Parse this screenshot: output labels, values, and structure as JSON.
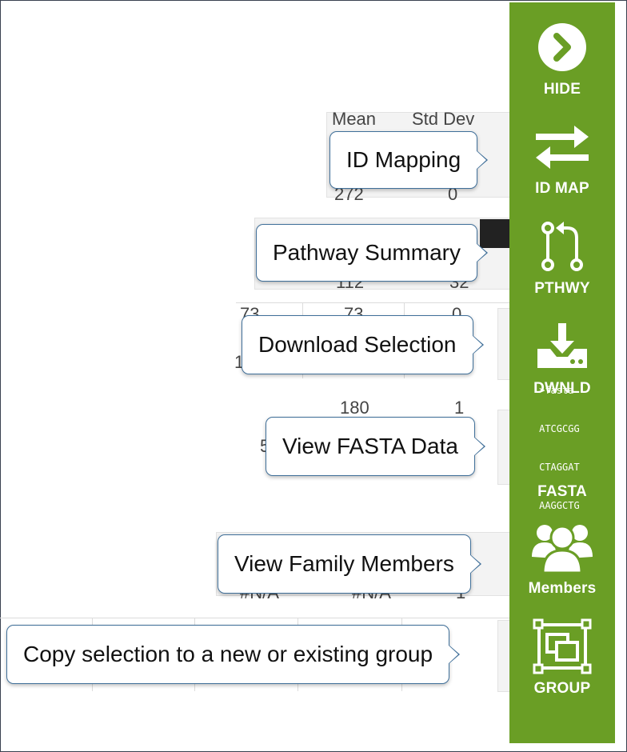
{
  "background_table": {
    "fragments": [
      "Mean",
      "Std Dev",
      "272",
      "0",
      "112",
      "32",
      "73",
      "73",
      "0",
      "1",
      "180",
      "1",
      "5",
      "#N/A",
      "#N/A",
      "1"
    ]
  },
  "sidebar": {
    "color": "#6a9e25",
    "buttons": [
      {
        "label": "HIDE",
        "icon": "chevron-right-circle-icon"
      },
      {
        "label": "ID MAP",
        "icon": "swap-arrows-icon"
      },
      {
        "label": "PTHWY",
        "icon": "pathway-icon"
      },
      {
        "label": "DWNLD",
        "icon": "download-icon"
      },
      {
        "label": "FASTA",
        "icon": "fasta-icon",
        "icon_text": [
          ">fasta",
          "ATCGCGG",
          "CTAGGAT",
          "AAGGCTG"
        ]
      },
      {
        "label": "Members",
        "icon": "members-icon"
      },
      {
        "label": "GROUP",
        "icon": "group-icon"
      }
    ]
  },
  "tooltips": {
    "id_map": "ID Mapping",
    "pathway": "Pathway Summary",
    "download": "Download Selection",
    "fasta": "View FASTA Data",
    "members": "View Family Members",
    "group": "Copy selection to a new or existing group"
  }
}
